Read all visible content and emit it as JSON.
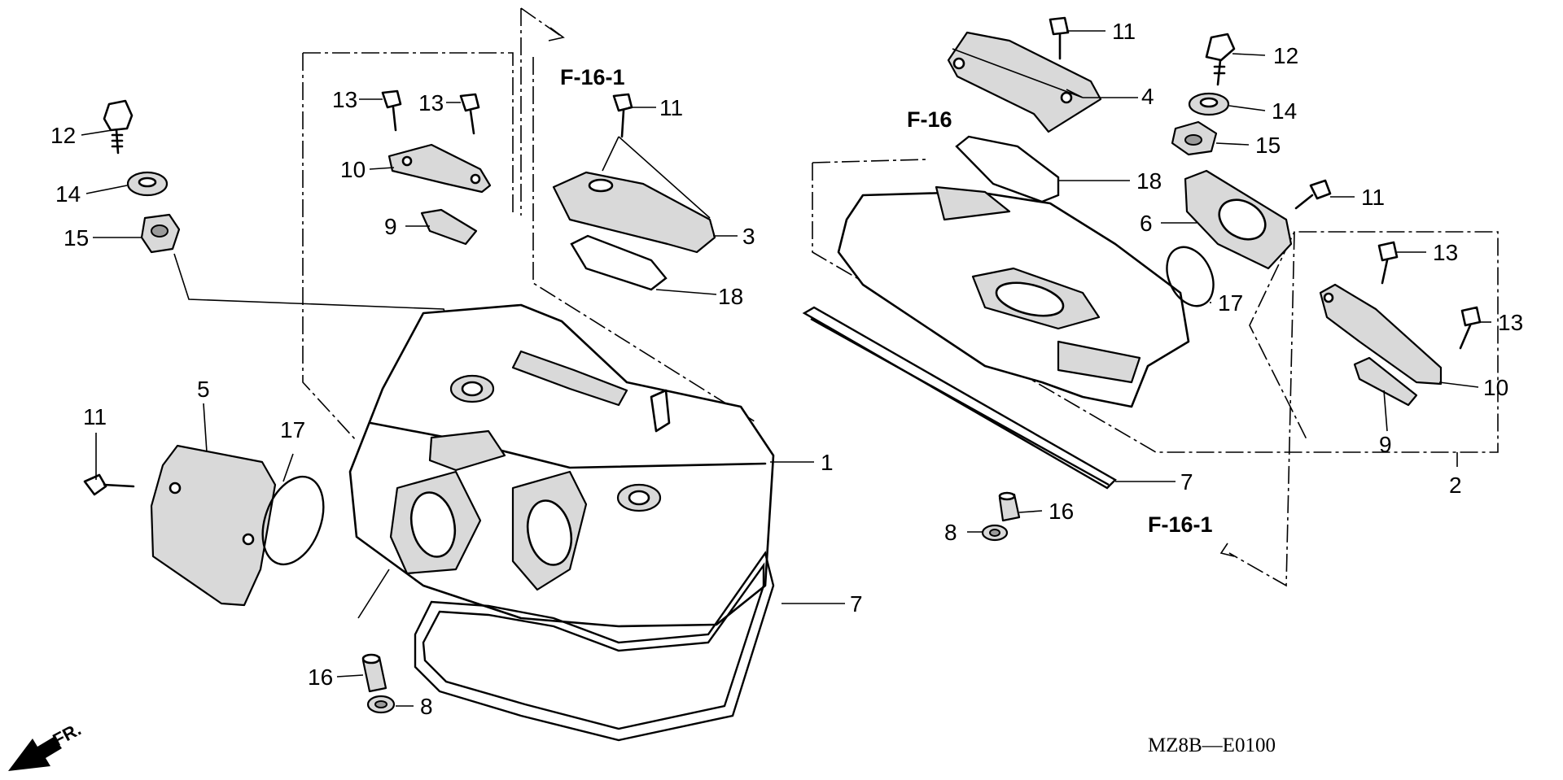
{
  "callouts": [
    {
      "id": "c12a",
      "text": "12"
    },
    {
      "id": "c14a",
      "text": "14"
    },
    {
      "id": "c15a",
      "text": "15"
    },
    {
      "id": "c13a",
      "text": "13"
    },
    {
      "id": "c13b",
      "text": "13"
    },
    {
      "id": "c10a",
      "text": "10"
    },
    {
      "id": "c9a",
      "text": "9"
    },
    {
      "id": "c11a",
      "text": "11"
    },
    {
      "id": "c3",
      "text": "3"
    },
    {
      "id": "c18a",
      "text": "18"
    },
    {
      "id": "c5",
      "text": "5"
    },
    {
      "id": "c11b",
      "text": "11"
    },
    {
      "id": "c17a",
      "text": "17"
    },
    {
      "id": "c1",
      "text": "1"
    },
    {
      "id": "c7a",
      "text": "7"
    },
    {
      "id": "c16a",
      "text": "16"
    },
    {
      "id": "c8a",
      "text": "8"
    },
    {
      "id": "c11c",
      "text": "11"
    },
    {
      "id": "c4",
      "text": "4"
    },
    {
      "id": "c12b",
      "text": "12"
    },
    {
      "id": "c14b",
      "text": "14"
    },
    {
      "id": "c15b",
      "text": "15"
    },
    {
      "id": "c18b",
      "text": "18"
    },
    {
      "id": "c11d",
      "text": "11"
    },
    {
      "id": "c6",
      "text": "6"
    },
    {
      "id": "c17b",
      "text": "17"
    },
    {
      "id": "c13c",
      "text": "13"
    },
    {
      "id": "c13d",
      "text": "13"
    },
    {
      "id": "c10b",
      "text": "10"
    },
    {
      "id": "c9b",
      "text": "9"
    },
    {
      "id": "c7b",
      "text": "7"
    },
    {
      "id": "c16b",
      "text": "16"
    },
    {
      "id": "c8b",
      "text": "8"
    },
    {
      "id": "c2",
      "text": "2"
    }
  ],
  "references": {
    "ref_f16_1_top": "F-16-1",
    "ref_f16": "F-16",
    "ref_f16_1_bottom": "F-16-1"
  },
  "front_marker": "FR.",
  "diagram_code": "MZ8B—E0100",
  "colors": {
    "ink": "#000000",
    "paper": "#ffffff",
    "shade": "#d9d9d9"
  }
}
